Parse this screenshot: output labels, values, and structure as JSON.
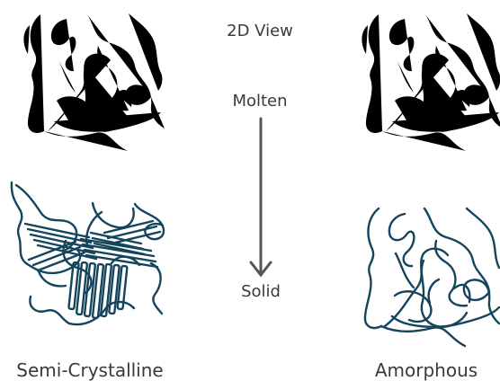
{
  "labels": {
    "view": "2D View",
    "top_state": "Molten",
    "bottom_state": "Solid",
    "left_structure": "Semi-Crystalline",
    "right_structure": "Amorphous"
  },
  "colors": {
    "molten": "#7b2a63",
    "solid": "#15445d",
    "arrow": "#555555"
  }
}
